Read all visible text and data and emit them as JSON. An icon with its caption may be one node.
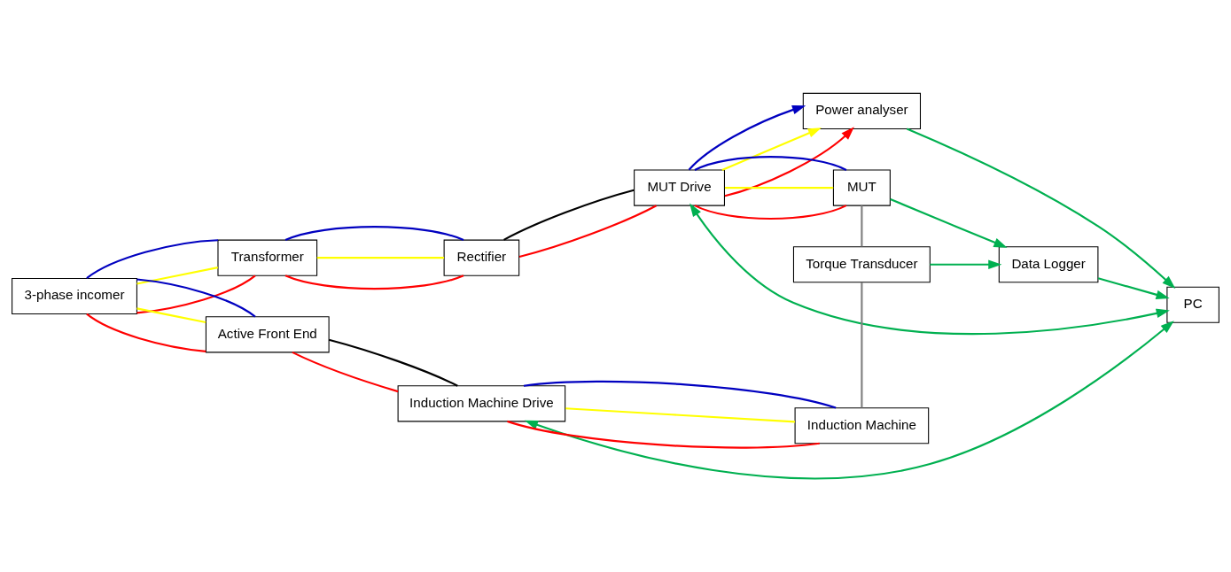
{
  "diagram": {
    "nodes": [
      {
        "text": [
          "3-phase incomer"
        ]
      },
      {
        "text": [
          "Transformer"
        ]
      },
      {
        "text": [
          "Rectifier"
        ]
      },
      {
        "text": [
          "MUT Drive"
        ]
      },
      {
        "text": [
          "Power analyser"
        ]
      },
      {
        "text": [
          "MUT"
        ]
      },
      {
        "text": [
          "Data Logger"
        ]
      },
      {
        "text": [
          "Torque Transducer"
        ]
      },
      {
        "text": [
          "PC"
        ]
      },
      {
        "text": [
          "Active Front End"
        ]
      },
      {
        "text": [
          "Induction Machine Drive"
        ]
      },
      {
        "text": [
          "Induction Machine"
        ]
      }
    ],
    "edges": [
      {
        "from": 0,
        "to": 1,
        "arrow": "none",
        "color": "#ff0000"
      },
      {
        "from": 0,
        "to": 1,
        "arrow": "none",
        "color": "#ffff00"
      },
      {
        "from": 0,
        "to": 1,
        "arrow": "none",
        "color": "#0000c0"
      },
      {
        "from": 1,
        "to": 2,
        "arrow": "none",
        "color": "#ff0000"
      },
      {
        "from": 1,
        "to": 2,
        "arrow": "none",
        "color": "#ffff00"
      },
      {
        "from": 1,
        "to": 2,
        "arrow": "none",
        "color": "#0000c0"
      },
      {
        "from": 2,
        "to": 3,
        "arrow": "none",
        "color": "#ff0000"
      },
      {
        "from": 2,
        "to": 3,
        "arrow": "none",
        "color": "#000000"
      },
      {
        "from": 3,
        "to": 5,
        "arrow": "none",
        "color": "#ff0000"
      },
      {
        "from": 3,
        "to": 5,
        "arrow": "none",
        "color": "#ffff00"
      },
      {
        "from": 3,
        "to": 5,
        "arrow": "none",
        "color": "#0000c0"
      },
      {
        "from": 3,
        "to": 4,
        "arrow": "to",
        "color": "#ff0000"
      },
      {
        "from": 3,
        "to": 4,
        "arrow": "to",
        "color": "#ffff00"
      },
      {
        "from": 3,
        "to": 4,
        "arrow": "to",
        "color": "#0000c0"
      },
      {
        "from": 0,
        "to": 9,
        "arrow": "none",
        "color": "#ff0000"
      },
      {
        "from": 0,
        "to": 9,
        "arrow": "none",
        "color": "#ffff00"
      },
      {
        "from": 0,
        "to": 9,
        "arrow": "none",
        "color": "#0000c0"
      },
      {
        "from": 9,
        "to": 10,
        "arrow": "none",
        "color": "#ff0000"
      },
      {
        "from": 9,
        "to": 10,
        "arrow": "none",
        "color": "#000000"
      },
      {
        "from": 10,
        "to": 11,
        "arrow": "none",
        "color": "#ff0000"
      },
      {
        "from": 10,
        "to": 11,
        "arrow": "none",
        "color": "#ffff00"
      },
      {
        "from": 10,
        "to": 11,
        "arrow": "none",
        "color": "#0000c0"
      },
      {
        "from": 5,
        "to": 7,
        "arrow": "none",
        "color": "#808080"
      },
      {
        "from": 7,
        "to": 11,
        "arrow": "none",
        "color": "#808080"
      },
      {
        "from": 4,
        "to": 8,
        "arrow": "to",
        "color": "#00b050"
      },
      {
        "from": 5,
        "to": 6,
        "arrow": "to",
        "color": "#00b050"
      },
      {
        "from": 7,
        "to": 6,
        "arrow": "to",
        "color": "#00b050"
      },
      {
        "from": 6,
        "to": 8,
        "arrow": "to",
        "color": "#00b050"
      },
      {
        "from": 3,
        "to": 8,
        "arrow": "both",
        "color": "#00b050"
      },
      {
        "from": 10,
        "to": 8,
        "arrow": "both",
        "color": "#00b050"
      }
    ]
  }
}
